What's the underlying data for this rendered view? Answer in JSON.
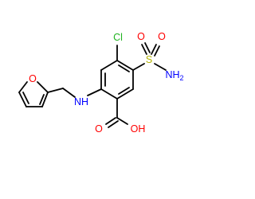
{
  "molecule": {
    "atoms": {
      "cl": "Cl",
      "s": "S",
      "o_sulfonyl_left": "O",
      "o_sulfonyl_right": "O",
      "nh2": "NH",
      "nh2_subscript": "2",
      "nh": "NH",
      "o_furan": "O",
      "o_carbonyl": "O",
      "oh": "OH"
    },
    "colors": {
      "bond": "#000000",
      "chlorine": "#1fb31f",
      "sulfur": "#b3b300",
      "oxygen": "#ff0000",
      "nitrogen": "#0000ff"
    }
  }
}
